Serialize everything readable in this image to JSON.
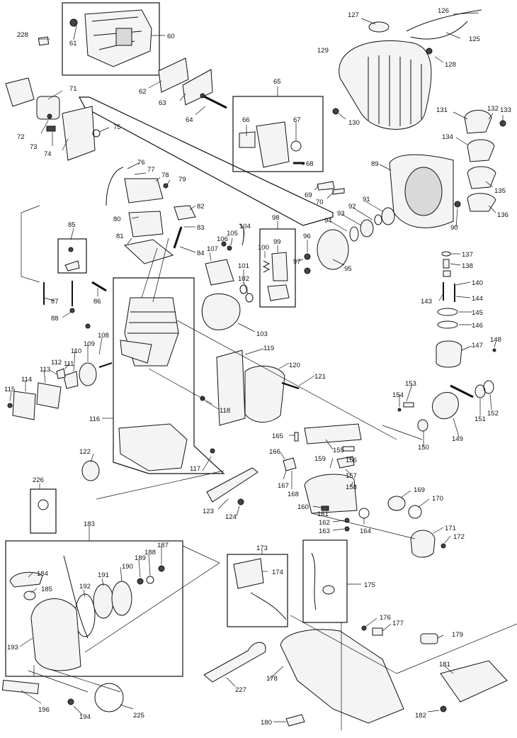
{
  "diagram": {
    "type": "exploded-parts-view",
    "part_numbers": [
      "228",
      "61",
      "60",
      "127",
      "126",
      "125",
      "129",
      "128",
      "62",
      "63",
      "64",
      "65",
      "71",
      "72",
      "73",
      "74",
      "75",
      "66",
      "67",
      "68",
      "69",
      "70",
      "130",
      "131",
      "132",
      "133",
      "134",
      "89",
      "76",
      "77",
      "78",
      "79",
      "135",
      "80",
      "82",
      "83",
      "84",
      "81",
      "91",
      "92",
      "93",
      "94",
      "90",
      "136",
      "85",
      "98",
      "96",
      "97",
      "99",
      "100",
      "104",
      "105",
      "106",
      "107",
      "95",
      "137",
      "138",
      "101",
      "102",
      "103",
      "140",
      "143",
      "144",
      "145",
      "146",
      "147",
      "148",
      "87",
      "86",
      "88",
      "108",
      "109",
      "110",
      "111",
      "112",
      "113",
      "114",
      "115",
      "119",
      "120",
      "121",
      "153",
      "154",
      "150",
      "151",
      "152",
      "149",
      "116",
      "118",
      "165",
      "155",
      "166",
      "159",
      "156",
      "157",
      "158",
      "167",
      "168",
      "117",
      "122",
      "226",
      "160",
      "161",
      "162",
      "163",
      "164",
      "169",
      "170",
      "171",
      "172",
      "123",
      "124",
      "183",
      "173",
      "174",
      "175",
      "184",
      "185",
      "192",
      "191",
      "190",
      "189",
      "188",
      "187",
      "176",
      "177",
      "193",
      "178",
      "179",
      "181",
      "227",
      "196",
      "194",
      "225",
      "180",
      "182"
    ]
  }
}
